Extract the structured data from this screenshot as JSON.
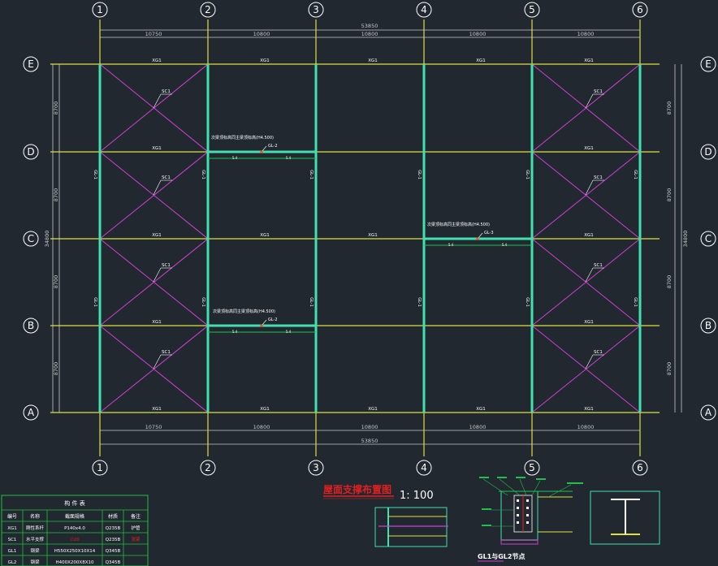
{
  "colors": {
    "background": "#212830",
    "axis_grid": "#e0e040",
    "column": "#40e0b0",
    "bracing": "#d040d0",
    "tie_beam": "#20c050",
    "dimension": "#c8c8c8",
    "label_white": "#ffffff",
    "title_red": "#e02020",
    "table_green": "#20c040"
  },
  "axes": {
    "columns": [
      "1",
      "2",
      "3",
      "4",
      "5",
      "6"
    ],
    "rows": [
      "E",
      "D",
      "C",
      "B",
      "A"
    ]
  },
  "dimensions": {
    "top_total": "53850",
    "top_spans": [
      "10750",
      "10800",
      "10800",
      "10800",
      "10800"
    ],
    "bottom_total": "53850",
    "bottom_spans": [
      "10750",
      "10800",
      "10800",
      "10800",
      "10800"
    ],
    "side_total": "34800",
    "side_spans": [
      "8700",
      "8700",
      "8700",
      "8700"
    ]
  },
  "labels": {
    "tie_member": "XG1",
    "brace_member": "SC1",
    "column_member": "GL-1",
    "beam_tag_1": "GL-2",
    "beam_tag_2": "GL-2",
    "beam_tag_3": "GL-3",
    "beam_note_1": "次梁顶标高同主梁顶标高(H4.500)",
    "beam_note_2": "次梁顶标高同主梁顶标高(H4.500)",
    "beam_note_3": "次梁顶标高同主梁顶标高(H4.500)",
    "beam_span_label": "5.4"
  },
  "title": {
    "main": "屋面支撑布置图",
    "scale": "1: 100"
  },
  "detail": {
    "caption": "GL1与GL2节点"
  },
  "member_table": {
    "title": "构 件 表",
    "headers": [
      "编号",
      "名称",
      "截面规格",
      "材质",
      "备注"
    ],
    "rows": [
      [
        "XG1",
        "刚性系杆",
        "P140x4.0",
        "Q235B",
        "护管"
      ],
      [
        "SC1",
        "水平支撑",
        "∅20",
        "Q235B",
        "张紧"
      ],
      [
        "GL1",
        "钢梁",
        "H550X250X10X14",
        "Q345B",
        ""
      ],
      [
        "GL2",
        "钢梁",
        "H400X200X8X10",
        "Q345B",
        ""
      ]
    ]
  }
}
